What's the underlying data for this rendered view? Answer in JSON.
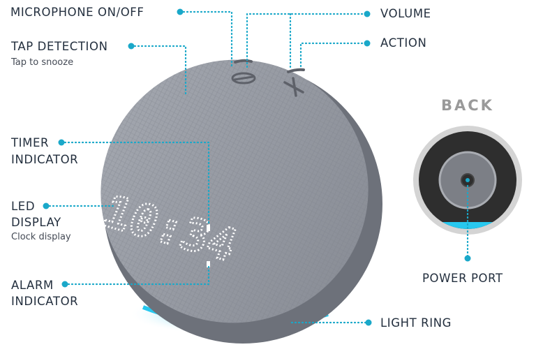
{
  "labels": {
    "microphone": "MICROPHONE ON/OFF",
    "volume": "VOLUME",
    "tap_detection": "TAP DETECTION",
    "tap_detection_sub": "Tap to snooze",
    "action": "ACTION",
    "back": "BACK",
    "timer_line1": "TIMER",
    "timer_line2": "INDICATOR",
    "led_line1": "LED",
    "led_line2": "DISPLAY",
    "led_sub": "Clock display",
    "alarm_line1": "ALARM",
    "alarm_line2": "INDICATOR",
    "light_ring": "LIGHT RING",
    "power_port": "POWER PORT"
  },
  "clock": {
    "time": "10:34"
  },
  "colors": {
    "accent": "#1aa8c9",
    "text": "#232f3e",
    "device_body": "#8f939c",
    "device_shadow": "#6d717a",
    "light_ring": "#27c8ef",
    "back_ring": "#d4d4d4",
    "back_face": "#2e2e2e"
  },
  "icons": {
    "microphone_button": "microphone-off-icon",
    "action_button": "action-dot-icon",
    "volume_down": "minus-icon",
    "volume_up": "plus-icon"
  }
}
